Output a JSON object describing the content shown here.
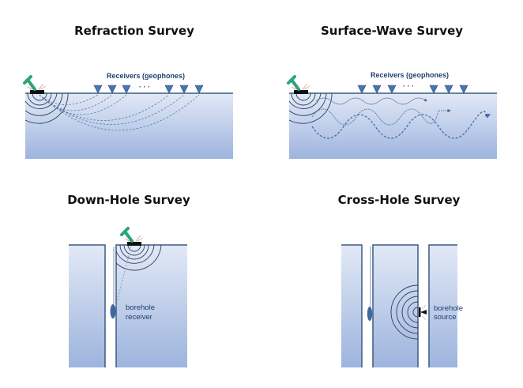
{
  "panels": {
    "refraction": {
      "title": "Refraction Survey",
      "receivers_label": "Receivers (geophones)",
      "dots": "· · ·"
    },
    "surface_wave": {
      "title": "Surface-Wave Survey",
      "receivers_label": "Receivers (geophones)",
      "dots": "· · ·"
    },
    "down_hole": {
      "title": "Down-Hole Survey",
      "label_line1": "borehole",
      "label_line2": "receiver"
    },
    "cross_hole": {
      "title": "Cross-Hole Survey",
      "label_line1": "borehole",
      "label_line2": "source"
    }
  },
  "colors": {
    "ground_top": "#dde6f5",
    "ground_bottom": "#9fb6df",
    "surface_line": "#3b5a80",
    "receiver": "#4a74b0",
    "hammer": "#2aa57a",
    "wave": "#2b3f5e"
  }
}
